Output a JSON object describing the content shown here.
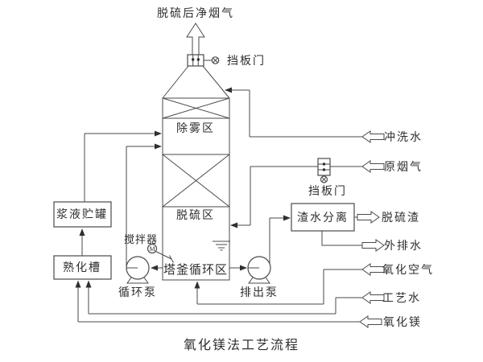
{
  "title": "氧化镁法工艺流程",
  "tower": {
    "demister_zone": "除雾区",
    "desulfurization_zone": "脱硫区",
    "sump_zone": "塔釜循环区"
  },
  "equipment": {
    "slurry_tank": "浆液贮罐",
    "slaking_tank": "熟化槽",
    "circulation_pump": "循环泵",
    "discharge_pump": "排出泵",
    "agitator": "搅拌器",
    "agitator_motor_mark": "M",
    "separator": "渣水分离",
    "top_damper": "挡板门",
    "inlet_damper": "挡板门"
  },
  "streams": {
    "clean_gas": "脱硫后净烟气",
    "flushing_water": "冲洗水",
    "raw_flue_gas": "原烟气",
    "desulfurization_slag": "脱硫渣",
    "external_drain": "外排水",
    "oxidation_air": "氧化空气",
    "process_water": "工艺水",
    "magnesium_oxide": "氧化镁"
  },
  "colors": {
    "line": "#4a4a4a",
    "text": "#2f2f2f",
    "background": "#ffffff"
  }
}
